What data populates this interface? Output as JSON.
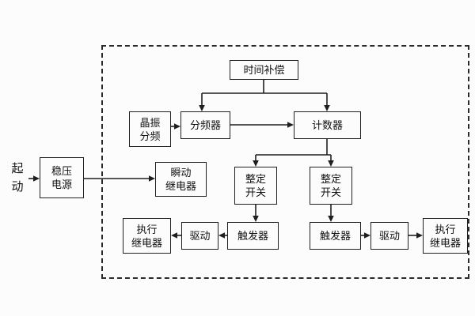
{
  "diagram": {
    "start_label": "起\n动",
    "nodes": {
      "power_supply": "稳压\n电源",
      "time_compensation": "时间补偿",
      "crystal_divider": "晶振\n分频",
      "frequency_divider": "分频器",
      "counter": "计数器",
      "instant_relay": "瞬动\n继电器",
      "setting_switch_left": "整定\n开关",
      "setting_switch_right": "整定\n开关",
      "trigger_left": "触发器",
      "trigger_right": "触发器",
      "drive_left": "驱动",
      "drive_right": "驱动",
      "exec_relay_left": "执行\n继电器",
      "exec_relay_right": "执行\n继电器"
    },
    "colors": {
      "line": "#1f1f1f",
      "background": "#fcfcfc"
    }
  }
}
